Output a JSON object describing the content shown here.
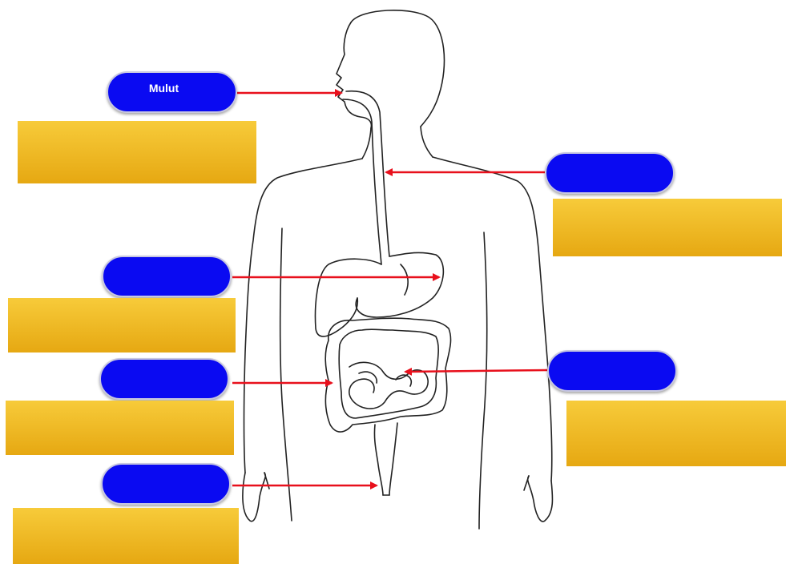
{
  "colors": {
    "pill": "#0a0af2",
    "box_top": "#f7cb3a",
    "box_bottom": "#e6a812",
    "arrow": "#e8101c",
    "outline": "#222222"
  },
  "labels": [
    {
      "id": "mouth",
      "text": "Mulut"
    },
    {
      "id": "esophagus",
      "text": ""
    },
    {
      "id": "stomach",
      "text": ""
    },
    {
      "id": "large-intestine",
      "text": ""
    },
    {
      "id": "small-intestine",
      "text": ""
    },
    {
      "id": "rectum",
      "text": ""
    }
  ],
  "answers": [
    {
      "id": "mouth",
      "text": ""
    },
    {
      "id": "esophagus",
      "text": ""
    },
    {
      "id": "stomach",
      "text": ""
    },
    {
      "id": "large-intestine",
      "text": ""
    },
    {
      "id": "small-intestine",
      "text": ""
    },
    {
      "id": "rectum",
      "text": ""
    }
  ],
  "icons": {
    "figure": "human-digestive-system-outline-icon",
    "arrow": "arrow-right-icon"
  }
}
